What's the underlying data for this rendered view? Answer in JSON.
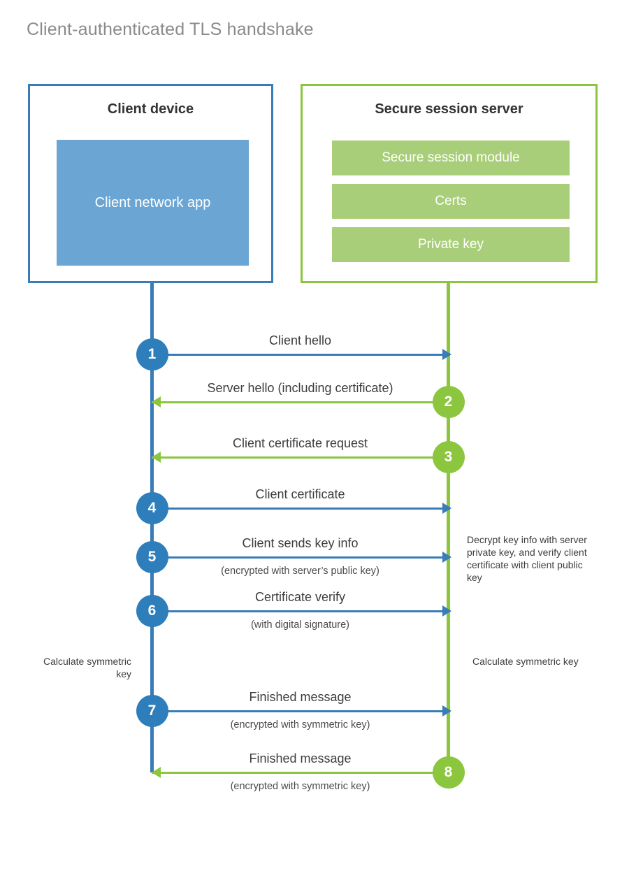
{
  "title": "Client-authenticated TLS handshake",
  "colors": {
    "client_blue": "#3a7cb8",
    "client_app_fill": "#6aa5d4",
    "server_green": "#8cc63f",
    "server_bar_fill": "#a9ce79",
    "step_blue": "#2e7ebb",
    "title_gray": "#8a8a8a",
    "text_dark": "#3d3d3d",
    "background": "#ffffff"
  },
  "actors": {
    "client": {
      "title": "Client device",
      "component": "Client network app"
    },
    "server": {
      "title": "Secure session server",
      "components": [
        "Secure session module",
        "Certs",
        "Private key"
      ]
    }
  },
  "steps": [
    {
      "number": "1",
      "label": "Client hello",
      "sub": "",
      "from": "client",
      "side": "blue"
    },
    {
      "number": "2",
      "label": "Server hello (including certificate)",
      "sub": "",
      "from": "server",
      "side": "green"
    },
    {
      "number": "3",
      "label": "Client certificate request",
      "sub": "",
      "from": "server",
      "side": "green"
    },
    {
      "number": "4",
      "label": "Client certificate",
      "sub": "",
      "from": "client",
      "side": "blue"
    },
    {
      "number": "5",
      "label": "Client sends key info",
      "sub": "(encrypted with server’s public key)",
      "from": "client",
      "side": "blue"
    },
    {
      "number": "6",
      "label": "Certificate verify",
      "sub": "(with digital signature)",
      "from": "client",
      "side": "blue"
    },
    {
      "number": "7",
      "label": "Finished message",
      "sub": "(encrypted with symmetric key)",
      "from": "client",
      "side": "blue"
    },
    {
      "number": "8",
      "label": "Finished message",
      "sub": "(encrypted with symmetric key)",
      "from": "server",
      "side": "green"
    }
  ],
  "notes": {
    "server_decrypt": "Decrypt key info with server private key, and verify client certificate with client public key",
    "client_calculate": "Calculate symmetric key",
    "server_calculate": "Calculate symmetric key"
  }
}
